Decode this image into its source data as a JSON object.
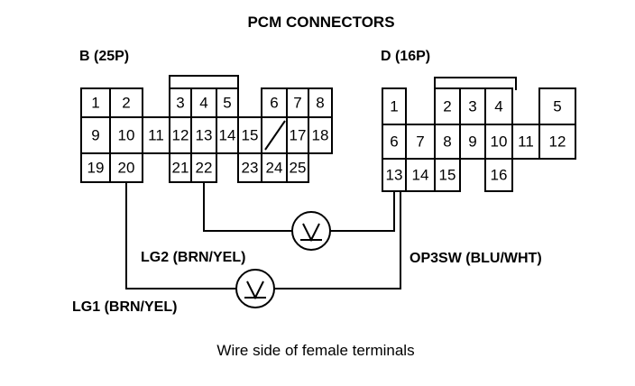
{
  "title": "PCM CONNECTORS",
  "connector_b": {
    "label": "B (25P)",
    "pins": [
      "1",
      "2",
      "3",
      "4",
      "5",
      "6",
      "7",
      "8",
      "9",
      "10",
      "11",
      "12",
      "13",
      "14",
      "15",
      "17",
      "18",
      "19",
      "20",
      "21",
      "22",
      "23",
      "24",
      "25"
    ]
  },
  "connector_d": {
    "label": "D (16P)",
    "pins": [
      "1",
      "2",
      "3",
      "4",
      "5",
      "6",
      "7",
      "8",
      "9",
      "10",
      "11",
      "12",
      "13",
      "14",
      "15",
      "16"
    ]
  },
  "wires": {
    "lg2": "LG2 (BRN/YEL)",
    "lg1": "LG1 (BRN/YEL)",
    "op3sw": "OP3SW (BLU/WHT)"
  },
  "meters": [
    "voltmeter-icon",
    "voltmeter-icon"
  ],
  "caption": "Wire side of female terminals"
}
